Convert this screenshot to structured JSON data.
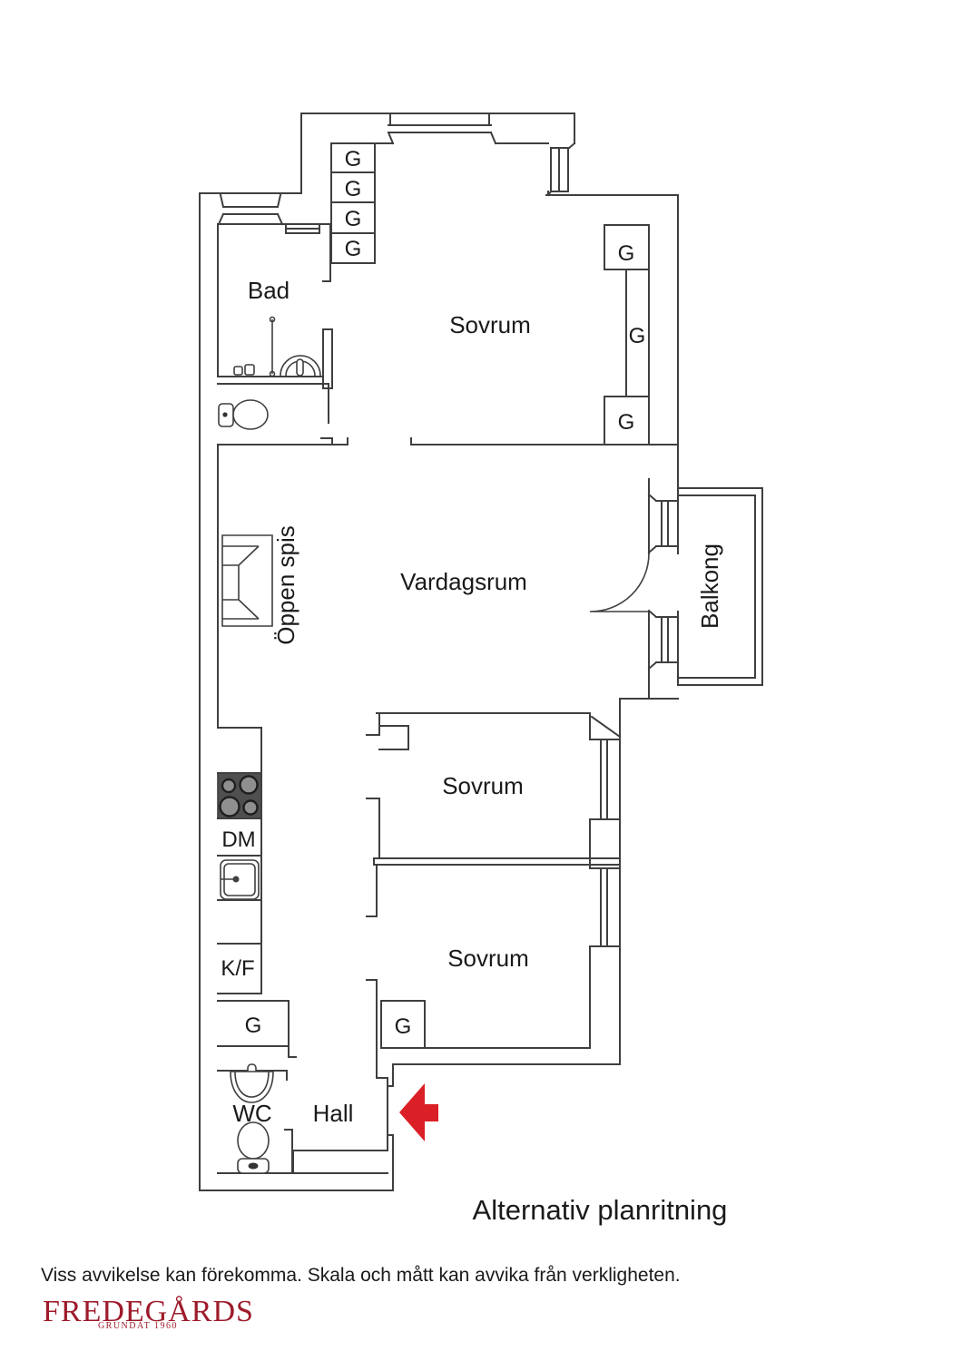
{
  "plan": {
    "title": "Alternativ planritning",
    "disclaimer": "Viss avvikelse kan förekomma. Skala och mått kan avvika från verkligheten.",
    "rooms": {
      "bad": "Bad",
      "sovrum_top": "Sovrum",
      "vardagsrum": "Vardagsrum",
      "oppen_spis": "Öppen spis",
      "balkong": "Balkong",
      "sovrum_mid": "Sovrum",
      "sovrum_low": "Sovrum",
      "wc": "WC",
      "hall": "Hall"
    },
    "fixtures": {
      "dishwasher": "DM",
      "fridge_freezer": "K/F",
      "wardrobe": "G"
    },
    "colors": {
      "wall_line": "#3f3f3f",
      "text": "#1a1a1a",
      "entrance_arrow": "#da1f26",
      "stove_panel": "#4f4f4f"
    }
  },
  "footer": {
    "logo": "FREDEGÅRDS",
    "tagline": "GRUNDAT 1960",
    "logo_color": "#9e1b2b"
  }
}
